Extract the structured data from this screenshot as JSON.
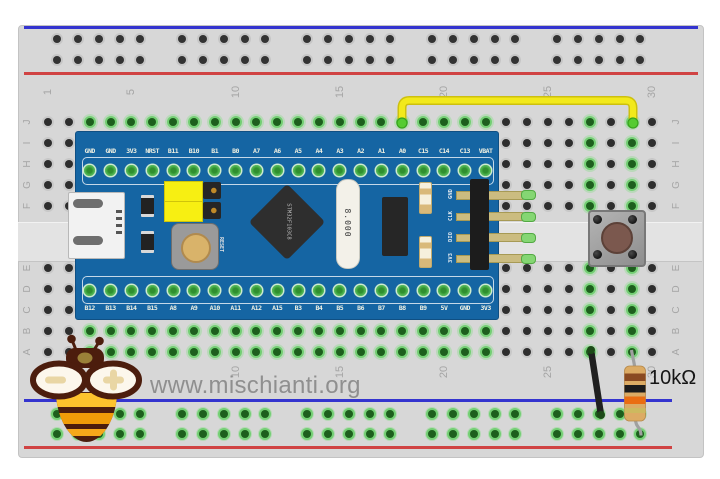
{
  "watermark": {
    "site_text": "www.mischianti.org"
  },
  "breadboard": {
    "column_numbers": [
      "1",
      "5",
      "10",
      "15",
      "20",
      "25",
      "30"
    ],
    "column_number_positions": [
      1,
      5,
      10,
      15,
      20,
      25,
      30
    ],
    "row_letters_top": [
      "J",
      "I",
      "H",
      "G",
      "F"
    ],
    "row_letters_bottom": [
      "E",
      "D",
      "C",
      "B",
      "A"
    ],
    "rail_blue": "#3434cf",
    "rail_red": "#d04343",
    "body_color": "#d7d7d7",
    "hole_green": "#2e7d32",
    "green_column_range": [
      3,
      22
    ],
    "extra_green_columns": [
      27,
      29
    ]
  },
  "stm32_board": {
    "board_color": "#1565a3",
    "top_pin_labels": [
      "GND",
      "GND",
      "3V3",
      "NRST",
      "B11",
      "B10",
      "B1",
      "B0",
      "A7",
      "A6",
      "A5",
      "A4",
      "A3",
      "A2",
      "A1",
      "A0",
      "C15",
      "C14",
      "C13",
      "VBAT"
    ],
    "bottom_pin_labels": [
      "B12",
      "B13",
      "B14",
      "B15",
      "A8",
      "A9",
      "A10",
      "A11",
      "A12",
      "A15",
      "B3",
      "B4",
      "B5",
      "B6",
      "B7",
      "B8",
      "B9",
      "5V",
      "GND",
      "3V3"
    ],
    "chip_label": "STM32F103C8",
    "crystal_label": "8.000",
    "reset_label": "RESET",
    "debug_pin_labels": [
      "GND",
      "CLK",
      "DIO",
      "3V3"
    ]
  },
  "components": {
    "push_button": {
      "cap_color": "#7b584e",
      "body_color": "#a0a0a0"
    },
    "resistor": {
      "value_label": "10kΩ",
      "body_color": "#dcab64",
      "band_colors": [
        "#8a4a22",
        "#1b1b1b",
        "#ea6d12",
        "#cdb95f"
      ]
    },
    "yellow_jumper_wire": {
      "color": "#f2e91c"
    },
    "black_wire": {
      "color": "#202020"
    }
  },
  "logo": {
    "name": "mischianti bee logo"
  }
}
